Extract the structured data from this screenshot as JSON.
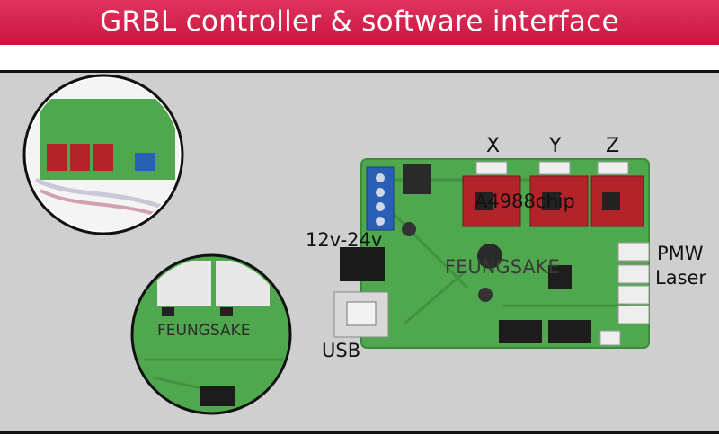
{
  "banner": {
    "title": "GRBL controller & software interface"
  },
  "labels": {
    "x_axis": "X",
    "y_axis": "Y",
    "z_axis": "Z",
    "chip": "A4988chip",
    "voltage": "12v-24v",
    "brand": "FEUNGSAKE",
    "pmw": "PMW",
    "laser": "Laser",
    "usb": "USB",
    "brand_zoom": "FEUNGSAKE"
  },
  "colors": {
    "banner": "#d42149",
    "panel": "#cfcfcf",
    "pcb": "#4fa84e",
    "driver": "#b3242a",
    "terminal": "#2b5fb5"
  }
}
